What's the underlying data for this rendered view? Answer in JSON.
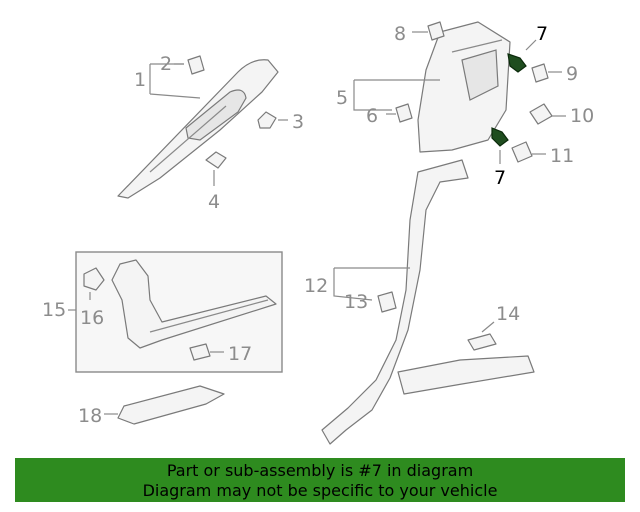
{
  "callouts": {
    "c1": "1",
    "c2": "2",
    "c3": "3",
    "c4": "4",
    "c5": "5",
    "c6": "6",
    "c7a": "7",
    "c7b": "7",
    "c8": "8",
    "c9": "9",
    "c10": "10",
    "c11": "11",
    "c12": "12",
    "c13": "13",
    "c14": "14",
    "c15": "15",
    "c16": "16",
    "c17": "17",
    "c18": "18"
  },
  "banner": {
    "line1": "Part or sub-assembly is #7 in diagram",
    "line2": "Diagram may not be specific to your vehicle"
  },
  "colors": {
    "banner": "#2e8b1f",
    "highlight_part": "#1f4d1f",
    "line": "#7a7a7a",
    "callout_text": "#8c8c8c"
  }
}
